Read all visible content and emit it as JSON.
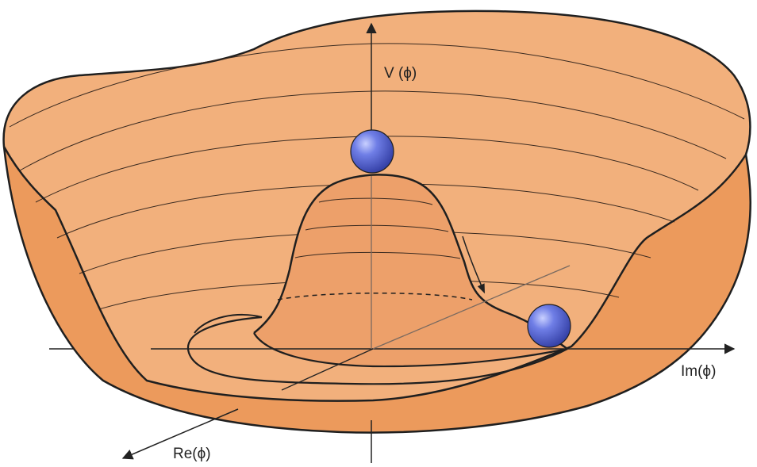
{
  "labels": {
    "v_axis": "V (ϕ)",
    "im_axis": "Im(ϕ)",
    "re_axis": "Re(ϕ)"
  },
  "colors": {
    "bowl_outer": "#efa064",
    "bowl_inner": "#f2b07c",
    "bowl_side": "#ec9a5c",
    "hump": "#eda06a",
    "outline": "#1f1f1f",
    "axis": "#222222",
    "ball": "#4a58c8"
  },
  "elements": {
    "ball_on_top": "unstable-equilibrium-ball",
    "ball_in_trough": "ground-state-ball",
    "arrow": "rolling-down-arrow"
  }
}
